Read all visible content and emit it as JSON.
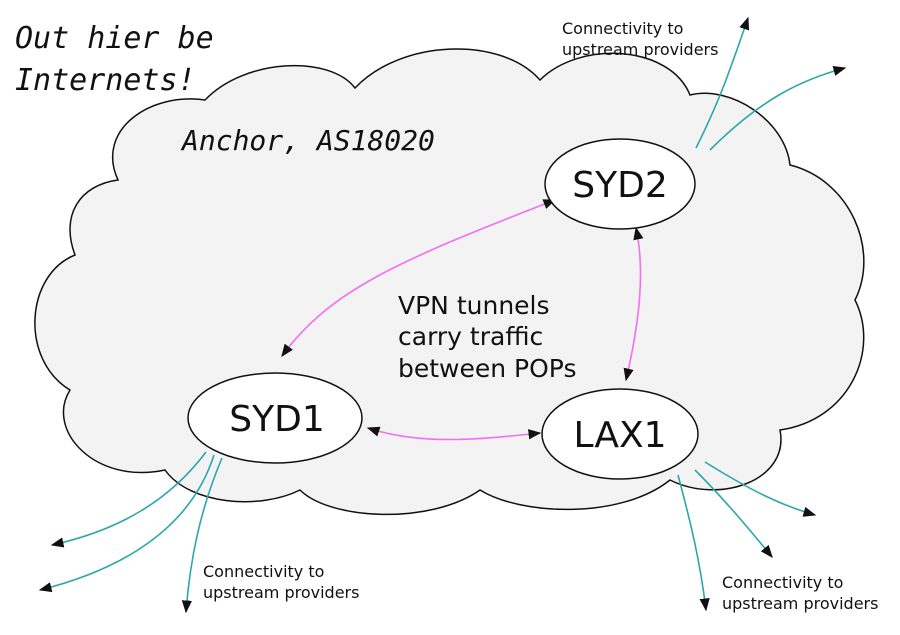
{
  "corner_note": {
    "line1": "Out hier be",
    "line2": "Internets!"
  },
  "cloud": {
    "label": "Anchor, AS18020",
    "fill": "#f3f3f3"
  },
  "nodes": [
    {
      "id": "syd2",
      "label": "SYD2"
    },
    {
      "id": "syd1",
      "label": "SYD1"
    },
    {
      "id": "lax1",
      "label": "LAX1"
    }
  ],
  "tunnels_note": {
    "line1": "VPN tunnels",
    "line2": "carry traffic",
    "line3": "between POPs"
  },
  "upstream_notes": {
    "syd2": {
      "line1": "Connectivity to",
      "line2": "upstream providers"
    },
    "syd1": {
      "line1": "Connectivity to",
      "line2": "upstream providers"
    },
    "lax1": {
      "line1": "Connectivity to",
      "line2": "upstream providers"
    }
  },
  "colors": {
    "tunnel": "#f36ef0",
    "upstream": "#2aa7ad",
    "outline": "#111111"
  }
}
